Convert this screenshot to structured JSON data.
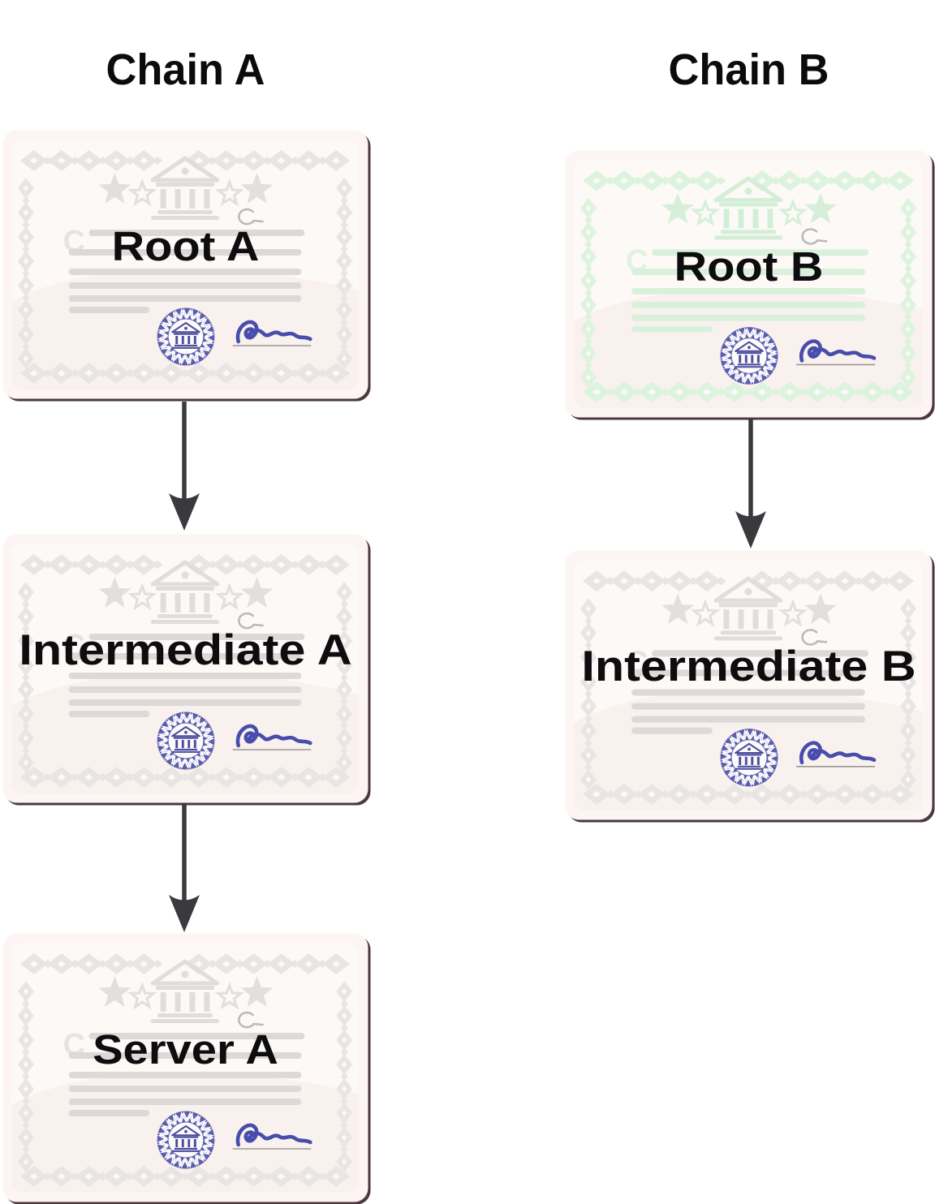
{
  "diagram": {
    "chains": [
      {
        "id": "chain-a",
        "label": "Chain A"
      },
      {
        "id": "chain-b",
        "label": "Chain B"
      }
    ],
    "certificates": [
      {
        "id": "root-a",
        "chain": "Chain A",
        "title": "Root A",
        "tint": "gray"
      },
      {
        "id": "intermediate-a",
        "chain": "Chain A",
        "title": "Intermediate A",
        "tint": "gray"
      },
      {
        "id": "server-a",
        "chain": "Chain A",
        "title": "Server A",
        "tint": "gray"
      },
      {
        "id": "root-b",
        "chain": "Chain B",
        "title": "Root B",
        "tint": "green"
      },
      {
        "id": "intermediate-b",
        "chain": "Chain B",
        "title": "Intermediate B",
        "tint": "gray"
      }
    ],
    "arrows": [
      {
        "from": "Root A",
        "to": "Intermediate A"
      },
      {
        "from": "Intermediate A",
        "to": "Server A"
      },
      {
        "from": "Root B",
        "to": "Intermediate B"
      }
    ]
  },
  "icons": {
    "certificate": "certificate-icon",
    "bank": "bank-building-icon",
    "stars": "star-icon",
    "seal": "round-seal-icon",
    "signature": "signature-icon",
    "arrow": "down-arrow-icon"
  },
  "colors": {
    "page_bg": "#ffffff",
    "heading_text": "#0b0b0c",
    "title_text": "#0d0c0e",
    "arrow": "#3a393d",
    "cert": {
      "bg": "#fcf5f3",
      "bgInner": "#fdf9f7",
      "edge": "#4d383e",
      "arc": "#f6ebe8",
      "hook": "#bdb9b8",
      "sealPurple": "#5d5fae",
      "sealDark": "#4b4d9e",
      "sealCenter": "#fdfbfa",
      "signature": "#474cad",
      "underline": "#9b9794"
    },
    "tints": {
      "gray": {
        "diamond": "#e8e5e4",
        "star": "#e2dfde",
        "bank": "#e0dddc",
        "line": "#dcd9d8",
        "watermark": "#e7e3e2"
      },
      "green": {
        "diamond": "#dcf3de",
        "star": "#d5efd8",
        "bank": "#d3eed6",
        "line": "#d9f1db",
        "watermark": "#def3e0"
      }
    }
  }
}
